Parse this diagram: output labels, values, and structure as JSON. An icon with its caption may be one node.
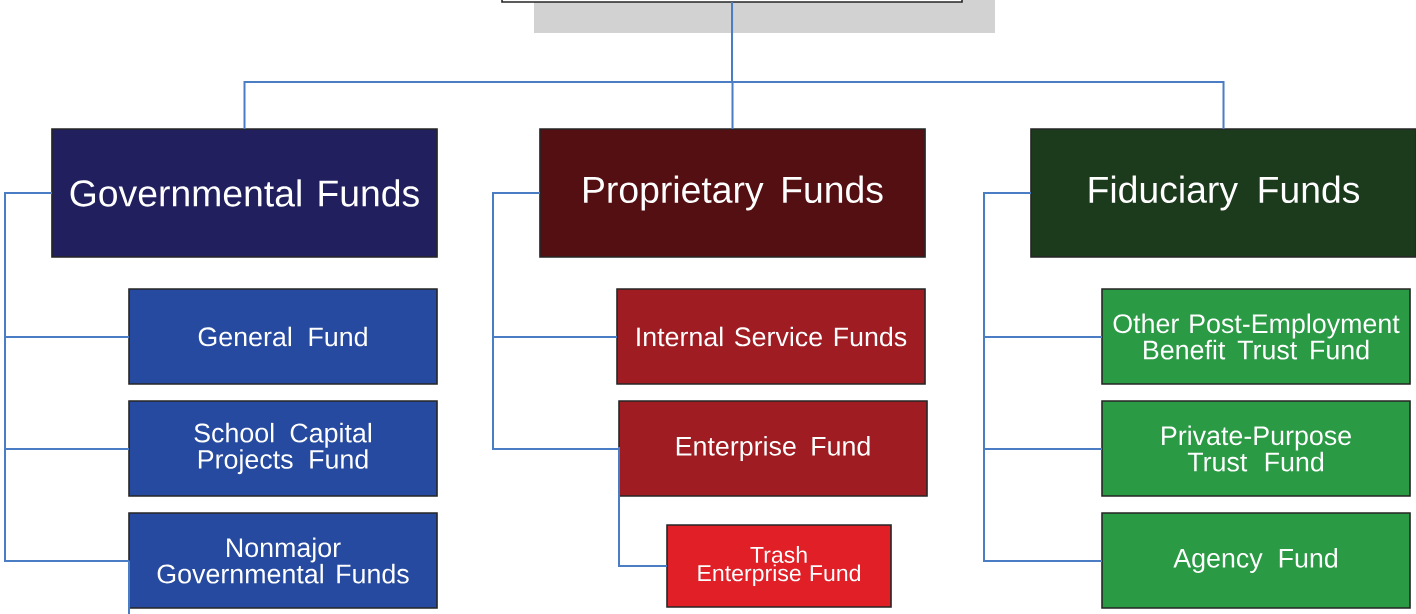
{
  "diagram": {
    "nodes": [
      {
        "text": [],
        "shape": "box"
      },
      {
        "text": [
          "Governmental Funds"
        ]
      },
      {
        "text": [
          "Proprietary Funds"
        ]
      },
      {
        "text": [
          "Fiduciary Funds"
        ]
      },
      {
        "text": [
          "General Fund"
        ]
      },
      {
        "text": [
          "School Capital Projects Fund"
        ]
      },
      {
        "text": [
          "Nonmajor Governmental Funds"
        ]
      },
      {
        "text": [
          "Internal Service Funds"
        ]
      },
      {
        "text": [
          "Enterprise Fund"
        ]
      },
      {
        "text": [
          "Trash Enterprise Fund"
        ]
      },
      {
        "text": [
          "Other Post-Employment Benefit Trust Fund"
        ]
      },
      {
        "text": [
          "Private-Purpose Trust Fund"
        ]
      },
      {
        "text": [
          "Agency Fund"
        ]
      }
    ],
    "edges": [
      {
        "from": 0,
        "to": 1,
        "arrow": "none"
      },
      {
        "from": 0,
        "to": 2,
        "arrow": "none"
      },
      {
        "from": 0,
        "to": 3,
        "arrow": "none"
      },
      {
        "from": 1,
        "to": 4,
        "arrow": "none"
      },
      {
        "from": 1,
        "to": 5,
        "arrow": "none"
      },
      {
        "from": 1,
        "to": 6,
        "arrow": "none"
      },
      {
        "from": 2,
        "to": 7,
        "arrow": "none"
      },
      {
        "from": 2,
        "to": 8,
        "arrow": "none"
      },
      {
        "from": 8,
        "to": 9,
        "arrow": "none"
      },
      {
        "from": 3,
        "to": 10,
        "arrow": "none"
      },
      {
        "from": 3,
        "to": 11,
        "arrow": "none"
      },
      {
        "from": 3,
        "to": 12,
        "arrow": "none"
      },
      {
        "from": 6,
        "to": null,
        "arrow": "none"
      }
    ]
  }
}
